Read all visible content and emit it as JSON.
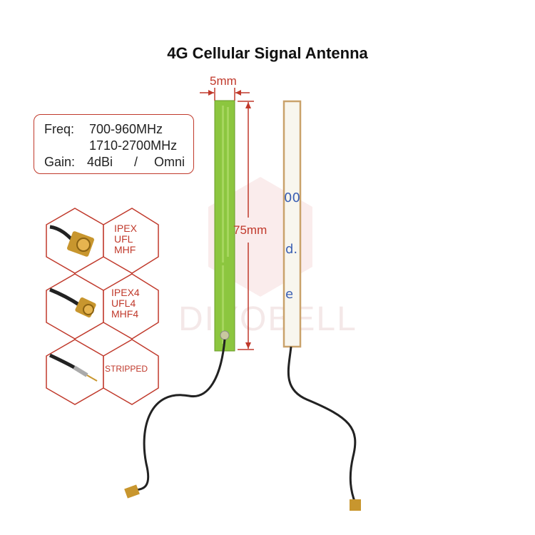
{
  "title": "4G Cellular Signal Antenna",
  "specs": {
    "freq_label": "Freq:",
    "freq_1": "700-960MHz",
    "freq_2": "1710-2700MHz",
    "gain_label": "Gain:",
    "gain_value": "4dBi",
    "separator": "/",
    "pattern": "Omni"
  },
  "dimensions": {
    "width": "5mm",
    "length": "75mm"
  },
  "connectors": [
    {
      "lines": [
        "IPEX",
        "UFL",
        "MHF"
      ]
    },
    {
      "lines": [
        "IPEX4",
        "UFL4",
        "MHF4"
      ]
    },
    {
      "lines": [
        "STRIPPED"
      ]
    }
  ],
  "watermark": "DIYOBELL",
  "colors": {
    "accent": "#c0392b",
    "pcb_green": "#8cc63f",
    "cable": "#222222",
    "gold": "#c8962e"
  }
}
